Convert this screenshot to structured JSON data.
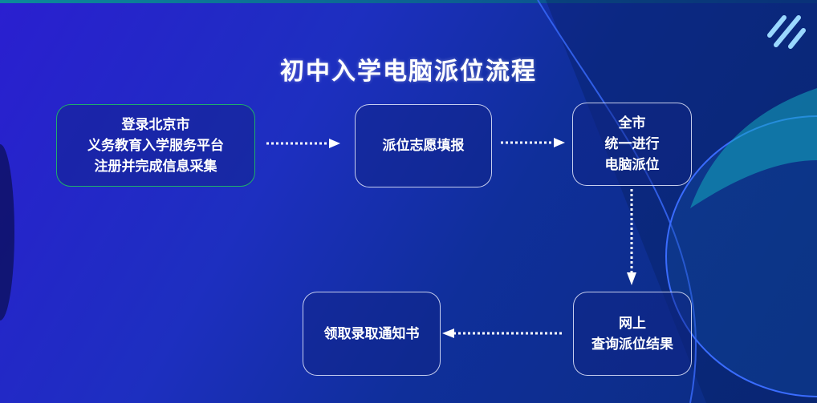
{
  "title": "初中入学电脑派位流程",
  "steps": [
    {
      "lines": [
        "登录北京市",
        "义务教育入学服务平台",
        "注册并完成信息采集"
      ]
    },
    {
      "lines": [
        "派位志愿填报"
      ]
    },
    {
      "lines": [
        "全市",
        "统一进行",
        "电脑派位"
      ]
    },
    {
      "lines": [
        "网上",
        "查询派位结果"
      ]
    },
    {
      "lines": [
        "领取录取通知书"
      ]
    }
  ],
  "colors": {
    "accent_green": "#1fae6a",
    "arrow": "#ffffff"
  }
}
